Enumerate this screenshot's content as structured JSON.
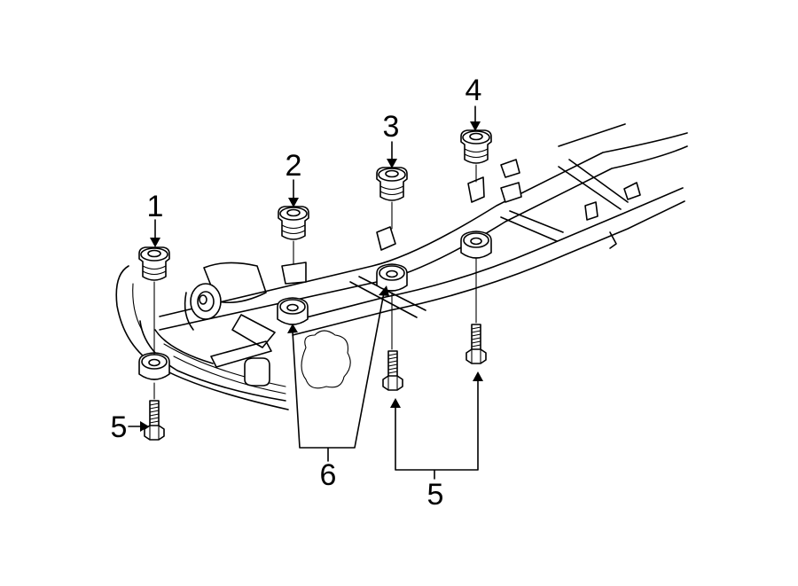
{
  "callouts": {
    "c1": "1",
    "c2": "2",
    "c3": "3",
    "c4": "4",
    "c5_left": "5",
    "c5_bottom": "5",
    "c6": "6"
  }
}
